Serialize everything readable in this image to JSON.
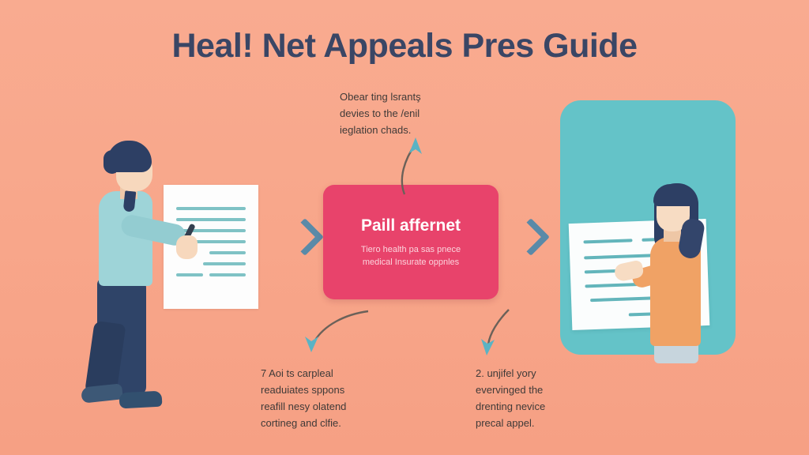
{
  "page": {
    "title": "Heal! Net Appeals Pres Guide",
    "background_color": "#f8a88d",
    "title_color": "#3a4665"
  },
  "center_card": {
    "title": "Paill affernet",
    "subtitle_line1": "Tiero health pa sas pnece",
    "subtitle_line2": "medical Insurate oppnles",
    "background_color": "#e8436b",
    "title_color": "#ffffff"
  },
  "annotations": {
    "top": {
      "line1": "Obear ting lsrantş",
      "line2": "devies to the /enil",
      "line3": "ieglation chads."
    },
    "bottom_left": {
      "line1": "7 Aoi ts carpleal",
      "line2": "readuiates sppons",
      "line3": "reafill nesy olatend",
      "line4": "cortineg and clfie."
    },
    "bottom_right": {
      "line1": "2. unjifel yory",
      "line2": "evervinged the",
      "line3": "drenting nevice",
      "line4": "precal appel."
    }
  },
  "left_scene": {
    "figure_label": "man-reviewing-document",
    "shirt_color": "#9ed4d8",
    "pants_color": "#2f4468",
    "hair_color": "#2d3f64",
    "document_line_color": "#7fc2c5"
  },
  "right_scene": {
    "figure_label": "woman-presenting-document",
    "panel_color": "#64c3c8",
    "top_color": "#f0a265",
    "hair_color": "#2d3f64",
    "document_line_color": "#63b5bb"
  },
  "connectors": {
    "chevron_color": "#5a8aa8",
    "arrow_stroke_color": "#6b6159",
    "arrow_head_color": "#5ab3c4",
    "chevron_left": "chevron-right-icon",
    "chevron_right": "chevron-right-icon"
  }
}
